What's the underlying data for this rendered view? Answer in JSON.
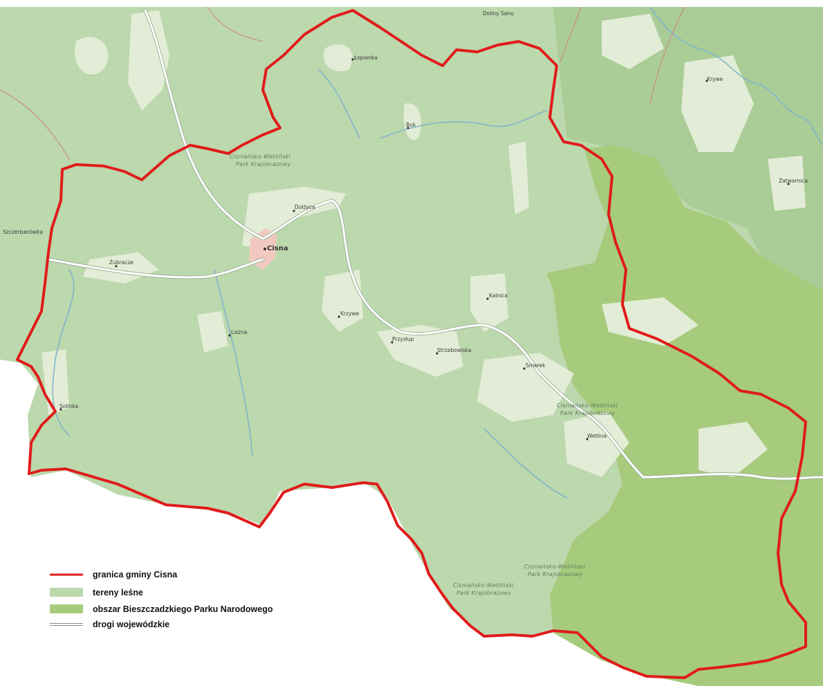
{
  "colors": {
    "background": "#ffffff",
    "forest": "#bcd8ad",
    "forest_dark": "#aacc96",
    "national_park": "#a6cb7c",
    "clearing": "#e3ecd6",
    "border": "#e01b1b",
    "river": "#7fb5c9",
    "road": "#ffffff",
    "village": "#f1c9c0"
  },
  "places": [
    {
      "name": "Łopienka"
    },
    {
      "name": "Buk"
    },
    {
      "name": "Dołżyca"
    },
    {
      "name": "Cisna"
    },
    {
      "name": "Żubracze"
    },
    {
      "name": "Krzywe"
    },
    {
      "name": "Kalnica"
    },
    {
      "name": "Przysłup"
    },
    {
      "name": "Strzebowiska"
    },
    {
      "name": "Liszna"
    },
    {
      "name": "Smerek"
    },
    {
      "name": "Wetlina"
    },
    {
      "name": "Solinka"
    },
    {
      "name": "Krywe"
    },
    {
      "name": "Zatwarnica"
    },
    {
      "name": "Szczerbanówka"
    },
    {
      "name": "Doliny Sanu"
    }
  ],
  "park_labels": [
    {
      "line1": "Cisniańsko-Wetliński",
      "line2": "Park Krajobrazowy"
    },
    {
      "line1": "Cisniańsko-Wetliński",
      "line2": "Park Krajobrazowy"
    },
    {
      "line1": "Cisniańsko-Wetliński",
      "line2": "Park Krajobrazowy"
    },
    {
      "line1": "Cisniańsko-Wetliński",
      "line2": "Park Krajobrazowy"
    }
  ],
  "legend": {
    "items": [
      {
        "label": "granica gminy Cisna",
        "symbol": "red-line"
      },
      {
        "label": "tereny leśne",
        "symbol": "forest-fill"
      },
      {
        "label": "obszar Bieszczadzkiego Parku Narodowego",
        "symbol": "park-fill"
      },
      {
        "label": "drogi wojewódzkie",
        "symbol": "road-line"
      }
    ]
  }
}
